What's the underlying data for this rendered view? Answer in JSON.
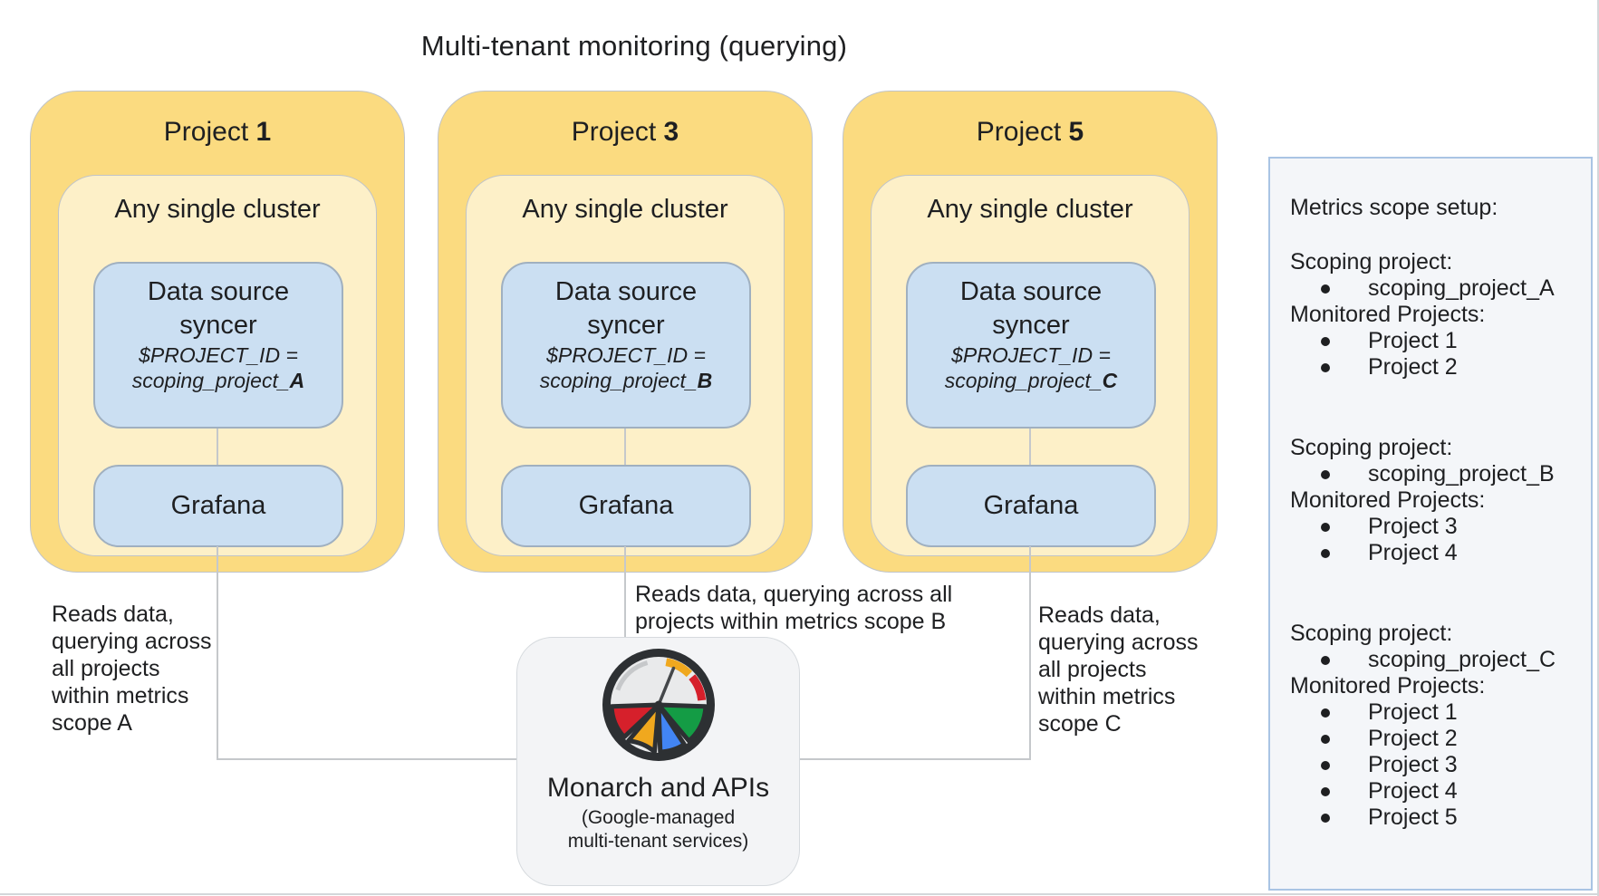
{
  "title": "Multi-tenant monitoring (querying)",
  "projects": [
    {
      "title_prefix": "Project ",
      "number": "1",
      "cluster_label": "Any single cluster",
      "syncer_line1": "Data source",
      "syncer_line2": "syncer",
      "var_line": "$PROJECT_ID =",
      "value_prefix": "scoping_project_",
      "value_letter": "A",
      "grafana_label": "Grafana"
    },
    {
      "title_prefix": "Project ",
      "number": "3",
      "cluster_label": "Any single cluster",
      "syncer_line1": "Data source",
      "syncer_line2": "syncer",
      "var_line": "$PROJECT_ID =",
      "value_prefix": "scoping_project_",
      "value_letter": "B",
      "grafana_label": "Grafana"
    },
    {
      "title_prefix": "Project ",
      "number": "5",
      "cluster_label": "Any single cluster",
      "syncer_line1": "Data source",
      "syncer_line2": "syncer",
      "var_line": "$PROJECT_ID =",
      "value_prefix": "scoping_project_",
      "value_letter": "C",
      "grafana_label": "Grafana"
    }
  ],
  "captions": {
    "left": [
      "Reads data,",
      "querying across",
      "all projects",
      "within metrics",
      "scope A"
    ],
    "middle": [
      "Reads data, querying across all",
      "projects within metrics scope B"
    ],
    "right": [
      "Reads data,",
      "querying across",
      "all projects",
      "within metrics",
      "scope C"
    ]
  },
  "monarch": {
    "title": "Monarch and APIs",
    "subtitle_line1": "(Google-managed",
    "subtitle_line2": "multi-tenant services)",
    "icon": "cloud-monitoring-gauge-icon"
  },
  "panel": {
    "heading": "Metrics scope setup:",
    "groups": [
      {
        "scoping_label": "Scoping project:",
        "scoping_item": "scoping_project_A",
        "monitored_label": "Monitored Projects:",
        "monitored_items": [
          "Project 1",
          "Project 2"
        ]
      },
      {
        "scoping_label": "Scoping project:",
        "scoping_item": "scoping_project_B",
        "monitored_label": "Monitored Projects:",
        "monitored_items": [
          "Project 3",
          "Project 4"
        ]
      },
      {
        "scoping_label": "Scoping project:",
        "scoping_item": "scoping_project_C",
        "monitored_label": "Monitored Projects:",
        "monitored_items": [
          "Project 1",
          "Project 2",
          "Project 3",
          "Project 4",
          "Project 5"
        ]
      }
    ]
  },
  "colors": {
    "card_fill": "#FBDB80",
    "card_inner_fill": "#FDF0C8",
    "box_blue_fill": "#CBDFF2",
    "box_blue_border": "#A0B0C0",
    "neutral_border": "#C0C4C8",
    "connector": "#C5C8CB",
    "monarch_fill": "#F3F4F6",
    "monarch_border": "#D6DADE",
    "panel_fill": "#F4F6F9",
    "panel_border": "#A9C4E4",
    "icon_ring": "#2D3033",
    "icon_face": "#E9EAEB",
    "icon_red": "#D6202B",
    "icon_yellow": "#F0A81E",
    "icon_blue": "#4285F4",
    "icon_green": "#149C45",
    "text": "#1E1F21"
  }
}
